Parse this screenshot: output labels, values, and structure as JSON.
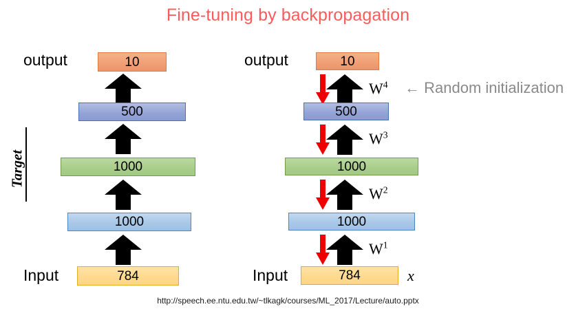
{
  "slide": {
    "title": "Fine-tuning by backpropagation",
    "title_color": "#fb5b5b",
    "footer_url": "http://speech.ee.ntu.edu.tw/~tlkagk/courses/ML_2017/Lecture/auto.pptx"
  },
  "left_diagram": {
    "side_label": "Target",
    "output_label": "output",
    "input_label": "Input",
    "layers": [
      {
        "value": "10",
        "color": "#f0a077"
      },
      {
        "value": "500",
        "color": "#93a3d6"
      },
      {
        "value": "1000",
        "color": "#a8cd8a"
      },
      {
        "value": "1000",
        "color": "#a7c7e7"
      },
      {
        "value": "784",
        "color": "#ffd98d"
      }
    ],
    "arrows": [
      {
        "direction": "up",
        "color": "#000000"
      },
      {
        "direction": "up",
        "color": "#000000"
      },
      {
        "direction": "up",
        "color": "#000000"
      },
      {
        "direction": "up",
        "color": "#000000"
      }
    ]
  },
  "right_diagram": {
    "output_label": "output",
    "input_label": "Input",
    "input_variable": "x",
    "layers": [
      {
        "value": "10",
        "color": "#f0a077"
      },
      {
        "value": "500",
        "color": "#93a3d6"
      },
      {
        "value": "1000",
        "color": "#a8cd8a"
      },
      {
        "value": "1000",
        "color": "#a7c7e7"
      },
      {
        "value": "784",
        "color": "#ffd98d"
      }
    ],
    "weights": [
      {
        "base": "W",
        "exponent": "4"
      },
      {
        "base": "W",
        "exponent": "3"
      },
      {
        "base": "W",
        "exponent": "2"
      },
      {
        "base": "W",
        "exponent": "1"
      }
    ],
    "annotation": {
      "arrow_glyph": "←",
      "text": "Random initialization",
      "color": "#8a8a8a"
    },
    "backprop_arrow_color": "#ee0000",
    "forward_arrow_color": "#000000"
  }
}
